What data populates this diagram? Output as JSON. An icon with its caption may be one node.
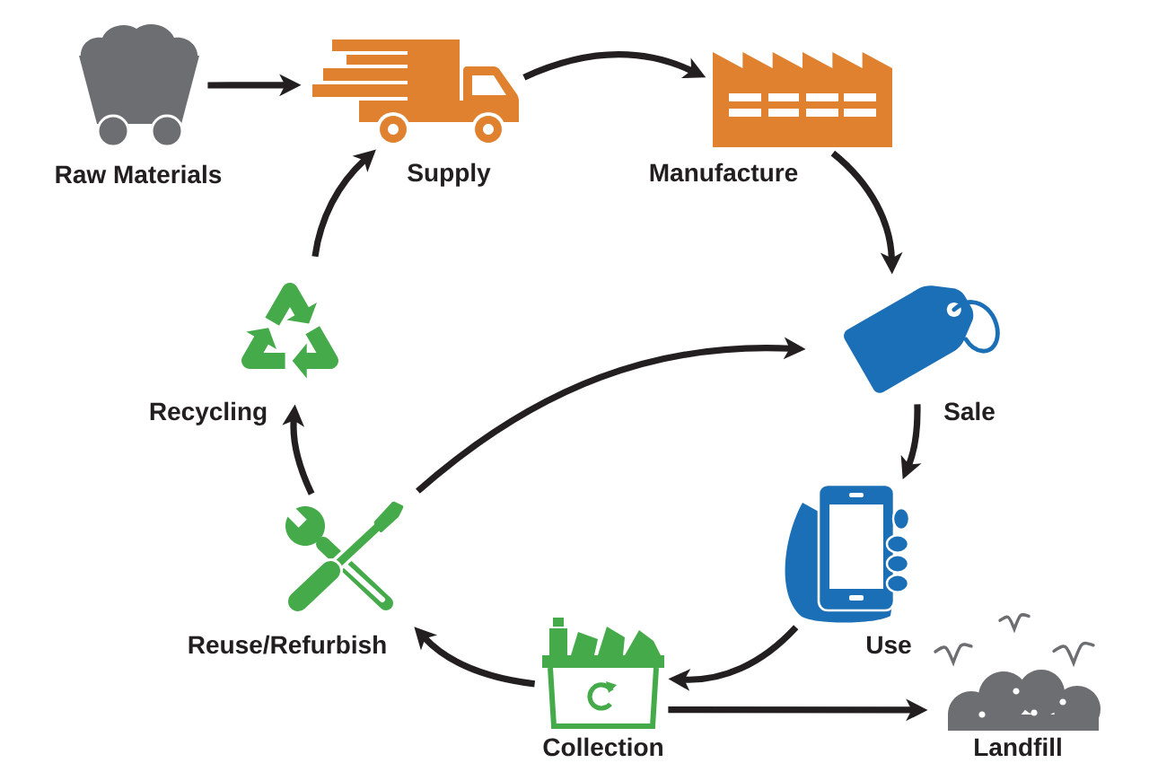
{
  "diagram": {
    "nodes": [
      {
        "text": [
          "Raw Materials"
        ]
      },
      {
        "text": [
          "Supply"
        ]
      },
      {
        "text": [
          "Manufacture"
        ]
      },
      {
        "text": [
          "Recycling"
        ]
      },
      {
        "text": [
          "Sale"
        ]
      },
      {
        "text": [
          "Reuse/Refurbish"
        ]
      },
      {
        "text": [
          "Use"
        ]
      },
      {
        "text": [
          "Collection"
        ]
      },
      {
        "text": [
          "Landfill"
        ]
      }
    ],
    "edges": [
      {
        "from": 0,
        "to": 1,
        "arrow": "to"
      },
      {
        "from": 1,
        "to": 2,
        "arrow": "to"
      },
      {
        "from": 2,
        "to": 4,
        "arrow": "to"
      },
      {
        "from": 4,
        "to": 6,
        "arrow": "to"
      },
      {
        "from": 6,
        "to": 7,
        "arrow": "to"
      },
      {
        "from": 7,
        "to": 5,
        "arrow": "to"
      },
      {
        "from": 7,
        "to": 8,
        "arrow": "to"
      },
      {
        "from": 5,
        "to": 3,
        "arrow": "to"
      },
      {
        "from": 3,
        "to": 1,
        "arrow": "to"
      },
      {
        "from": 5,
        "to": 4,
        "arrow": "to"
      }
    ]
  }
}
